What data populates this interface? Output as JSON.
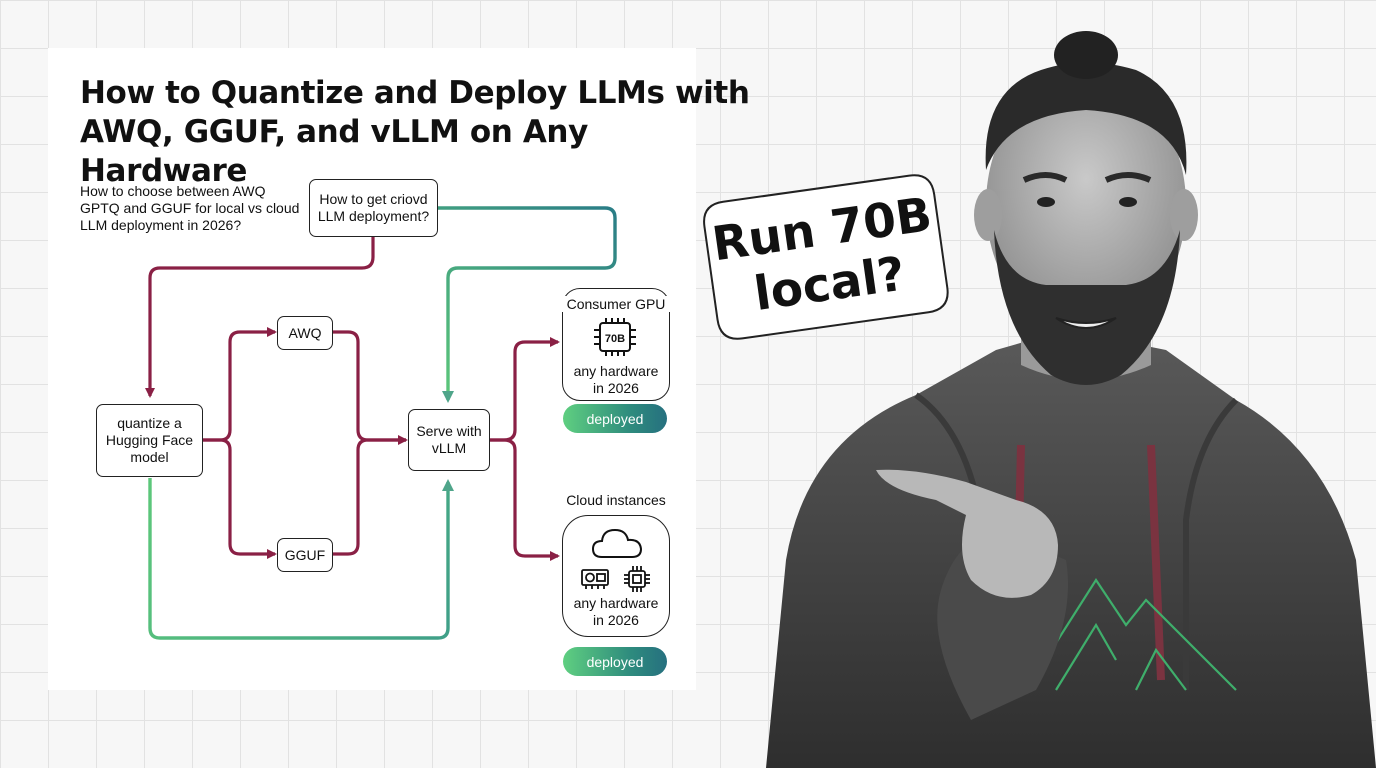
{
  "title": "How to Quantize and Deploy LLMs with AWQ, GGUF, and vLLM on Any Hardware",
  "question_text": "How to choose between AWQ GPTQ and GGUF for local vs cloud LLM deployment in 2026?",
  "nodes": {
    "question_box": "How to get criovd LLM deployment?",
    "quantize": "quantize a Hugging Face model",
    "awq": "AWQ",
    "gguf": "GGUF",
    "serve": "Serve with vLLM"
  },
  "targets": {
    "consumer": {
      "label": "Consumer GPU",
      "chip_label": "70B",
      "desc": "any hardware in 2026",
      "status": "deployed"
    },
    "cloud": {
      "label": "Cloud instances",
      "desc": "any hardware in 2026",
      "status": "deployed"
    }
  },
  "speech_bubble": "Run 70B local?",
  "colors": {
    "crimson_arrow": "#8a2045",
    "green_arrow": "#5cc77a",
    "teal_arrow": "#2a7d86",
    "pill_start": "#5fcf80",
    "pill_end": "#26707f",
    "hoodie_logo": "#3fae6b"
  },
  "icons": [
    "chip-icon",
    "cloud-icon",
    "gpu-card-icon",
    "cpu-icon",
    "mountain-logo"
  ]
}
